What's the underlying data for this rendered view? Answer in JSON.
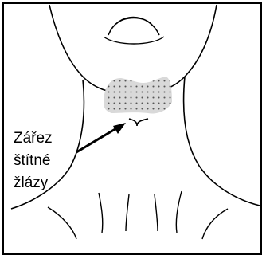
{
  "diagram": {
    "label_lines": [
      "Zářez",
      "štítné",
      "žlázy"
    ],
    "colors": {
      "stroke": "#000000",
      "shaded_region": "#d9d9d9",
      "dots": "#555555",
      "background": "#ffffff"
    }
  }
}
